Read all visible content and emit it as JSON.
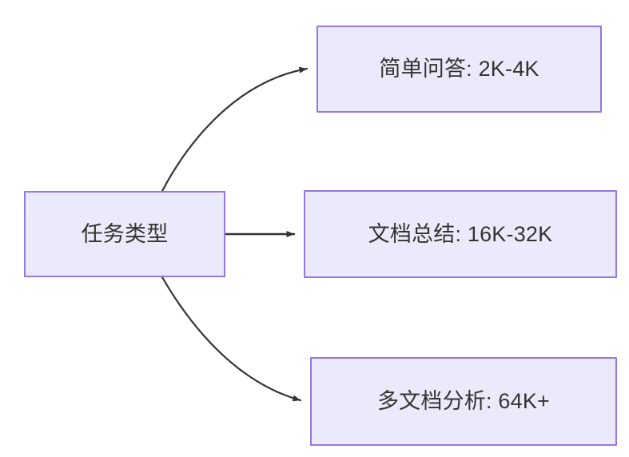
{
  "diagram": {
    "type": "flowchart",
    "direction": "left-to-right",
    "background_color": "#ffffff",
    "node_fill_color": "#ebeafa",
    "node_border_color": "#9577e0",
    "node_text_color": "#333333",
    "edge_color": "#333333",
    "root": {
      "id": "root",
      "label": "任务类型"
    },
    "branches": [
      {
        "id": "simple",
        "label": "简单问答: 2K-4K",
        "task": "简单问答",
        "range": "2K-4K",
        "edge_style": "curved",
        "arrow": "arrowhead-right"
      },
      {
        "id": "summary",
        "label": "文档总结: 16K-32K",
        "task": "文档总结",
        "range": "16K-32K",
        "edge_style": "straight",
        "arrow": "arrowhead-right"
      },
      {
        "id": "multidoc",
        "label": "多文档分析: 64K+",
        "task": "多文档分析",
        "range": "64K+",
        "edge_style": "curved",
        "arrow": "arrowhead-right"
      }
    ]
  }
}
